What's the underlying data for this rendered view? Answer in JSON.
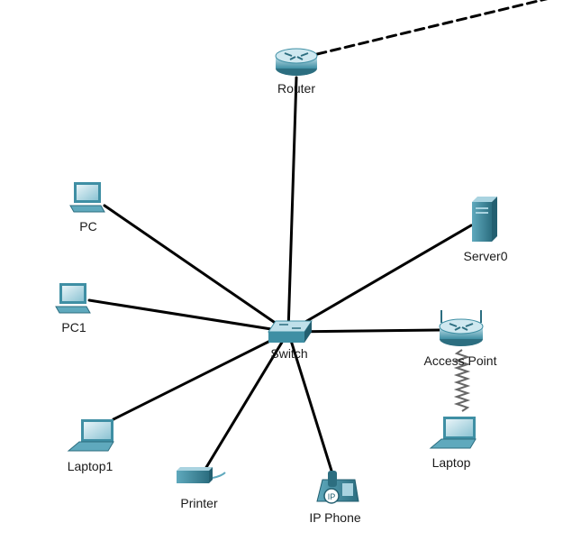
{
  "devices": {
    "router": "Router",
    "switch": "Switch",
    "pc": "PC",
    "pc1": "PC1",
    "server0": "Server0",
    "access_point": "Access Point",
    "laptop1": "Laptop1",
    "printer": "Printer",
    "ip_phone": "IP Phone",
    "ip_phone_badge": "IP",
    "laptop": "Laptop"
  },
  "colors": {
    "device_body": "#3f8fa4",
    "device_light": "#a9d3e0",
    "device_dark": "#235f70",
    "link": "#000000"
  }
}
